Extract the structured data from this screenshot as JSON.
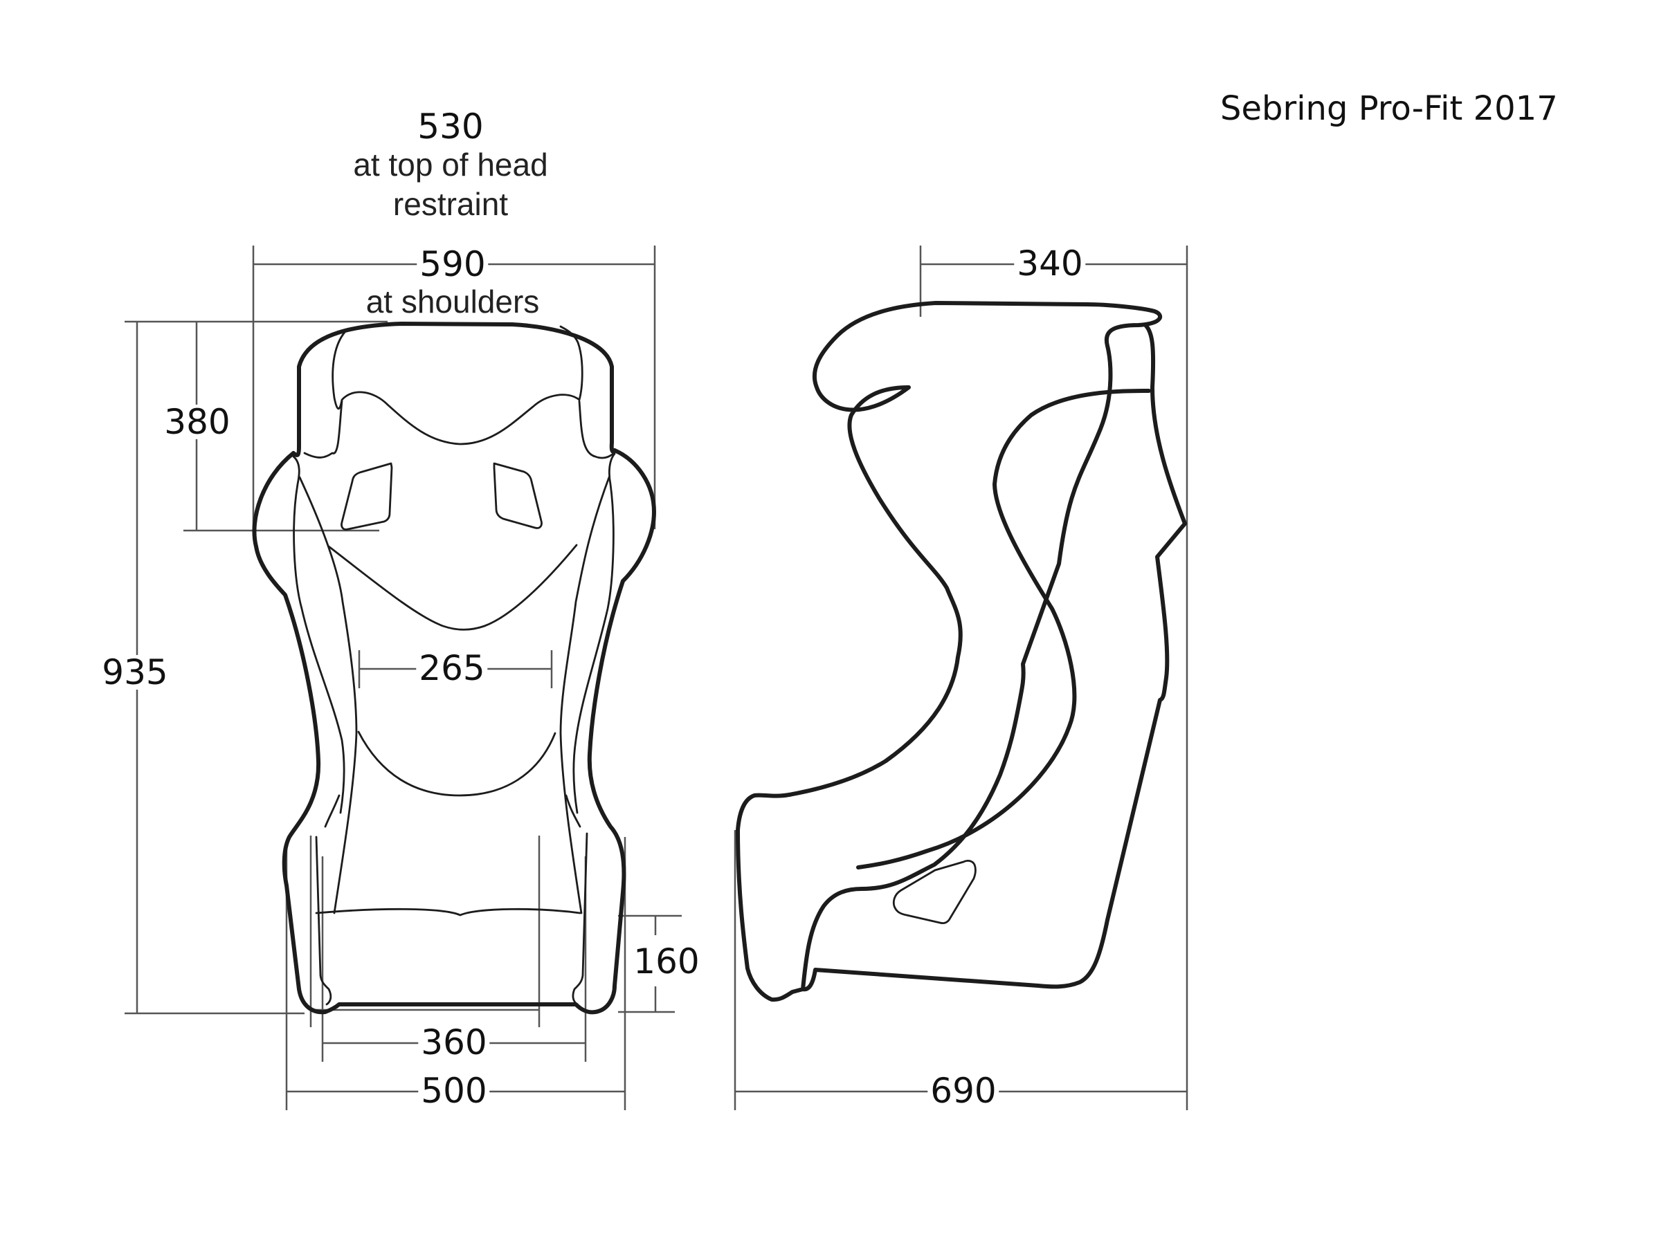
{
  "title": "Sebring Pro-Fit 2017",
  "front_view": {
    "head_restraint_width": {
      "value": "530",
      "note_line1": "at top of head",
      "note_line2": "restraint"
    },
    "shoulder_width": {
      "value": "590",
      "note": "at shoulders"
    },
    "headrest_height": {
      "value": "380"
    },
    "overall_height": {
      "value": "935"
    },
    "hip_width_inner": {
      "value": "265"
    },
    "cushion_height": {
      "value": "160"
    },
    "base_width_inner": {
      "value": "360"
    },
    "base_width_outer": {
      "value": "500"
    }
  },
  "side_view": {
    "top_depth": {
      "value": "340"
    },
    "overall_depth": {
      "value": "690"
    }
  },
  "colors": {
    "outline": "#1c1c1c",
    "dimension_line": "#555555",
    "background": "#ffffff"
  }
}
